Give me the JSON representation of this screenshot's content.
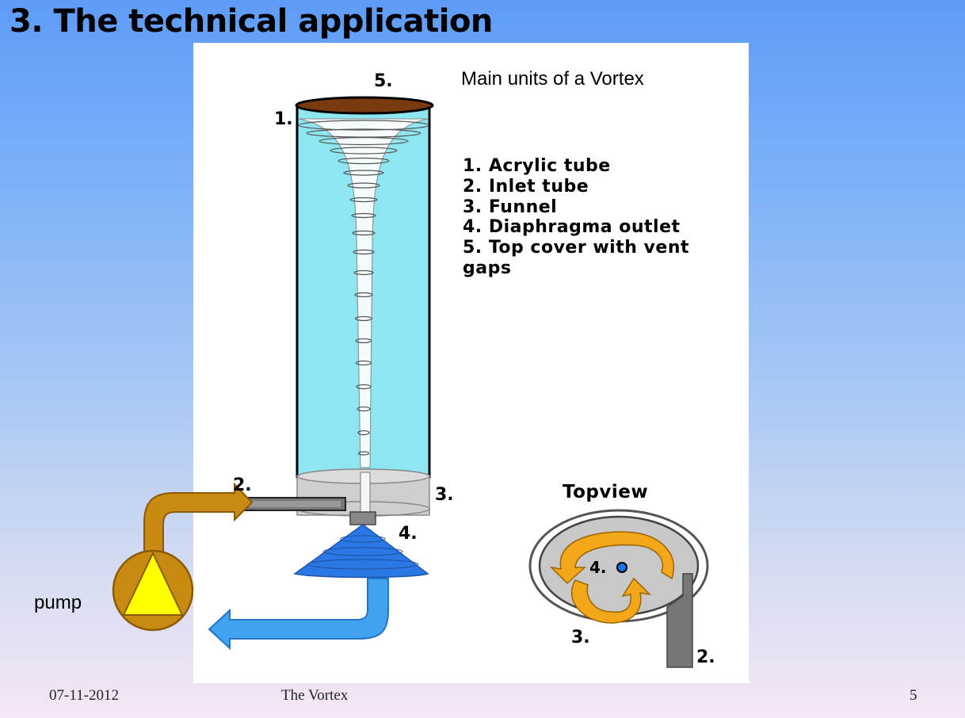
{
  "slide": {
    "title": "3. The technical application",
    "footer_date": "07-11-2012",
    "footer_center": "The Vortex",
    "page_number": "5"
  },
  "diagram": {
    "heading": "Main units of a Vortex",
    "legend": [
      "1. Acrylic tube",
      "2. Inlet tube",
      "3. Funnel",
      "4. Diaphragma outlet",
      "5. Top cover with vent",
      "gaps"
    ],
    "markers": {
      "m1": "1.",
      "m2": "2.",
      "m3": "3.",
      "m4": "4.",
      "m5": "5."
    },
    "topview": {
      "title": "Topview",
      "m2": "2.",
      "m3": "3.",
      "m4": "4."
    },
    "pump_label": "pump",
    "colors": {
      "water": "#8de6f0",
      "cover": "#7a3a10",
      "pipe_gold": "#c88a10",
      "pump_triangle": "#ffff00",
      "outlet_blue": "#2b78e4",
      "return_arrow": "#41a2f0"
    }
  }
}
